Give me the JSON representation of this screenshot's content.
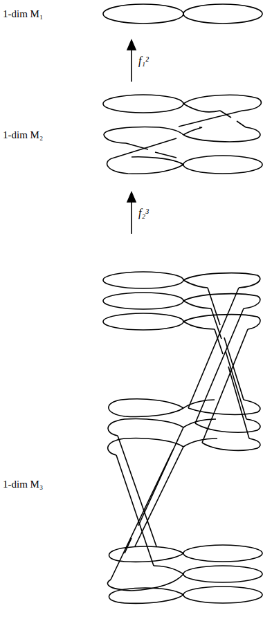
{
  "diagram": {
    "labels": [
      "1-dim M₁",
      "f₁²",
      "1-dim M₂",
      "f₂³",
      "1-dim M₃"
    ]
  }
}
